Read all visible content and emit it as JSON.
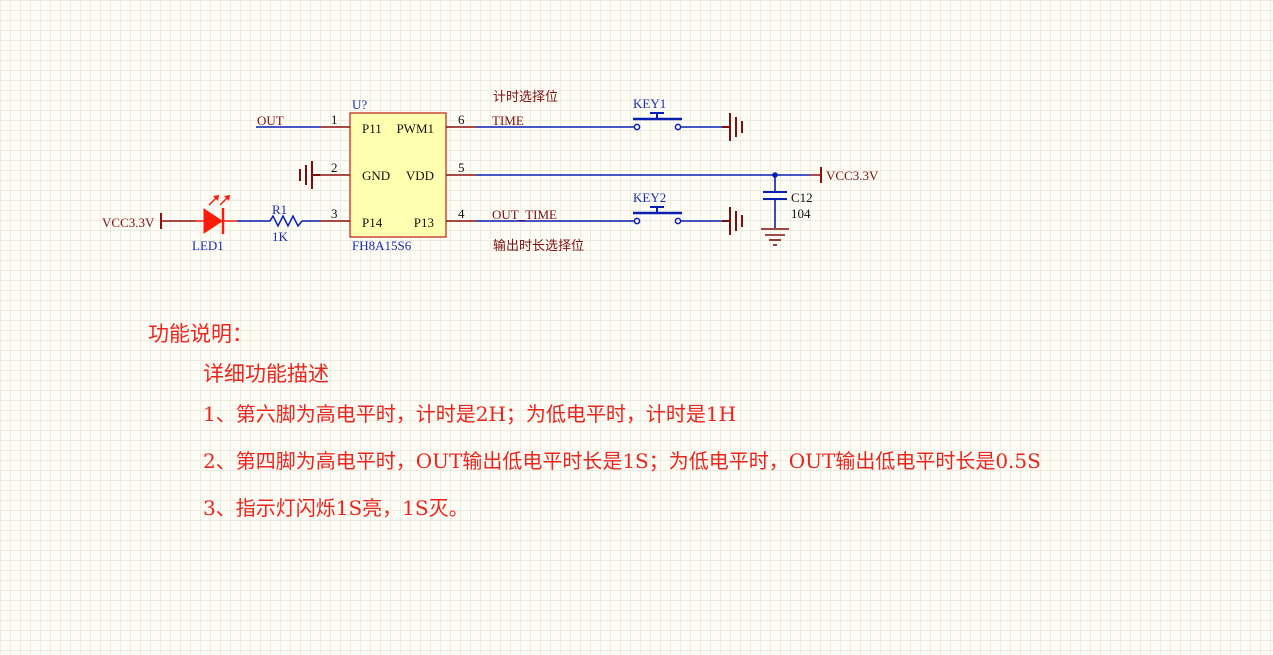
{
  "schematic": {
    "ic": {
      "designator": "U?",
      "part": "FH8A15S6"
    },
    "pins": [
      {
        "num": "1",
        "name": "P11"
      },
      {
        "num": "2",
        "name": "GND"
      },
      {
        "num": "3",
        "name": "P14"
      },
      {
        "num": "6",
        "name": "PWM1"
      },
      {
        "num": "5",
        "name": "VDD"
      },
      {
        "num": "4",
        "name": "P13"
      }
    ],
    "nets": {
      "out": "OUT",
      "time": "TIME",
      "out_time": "OUT_TIME",
      "vcc_right": "VCC3.3V",
      "vcc_left": "VCC3.3V"
    },
    "notes": {
      "time_select": "计时选择位",
      "out_time_select": "输出时长选择位"
    },
    "key1": {
      "designator": "KEY1"
    },
    "key2": {
      "designator": "KEY2"
    },
    "capacitor": {
      "designator": "C12",
      "value": "104"
    },
    "resistor": {
      "designator": "R1",
      "value": "1K"
    },
    "led": {
      "designator": "LED1"
    },
    "colors": {
      "wire": "#0b1eb4",
      "pin": "#8b0f0f",
      "part": "#ff1a0a",
      "label": "#7a1010",
      "ic_fill": "#ffffb0",
      "ic_stroke": "#c01a14"
    }
  },
  "description": {
    "heading": "功能说明：",
    "subheading": "详细功能描述",
    "lines": [
      "1、第六脚为高电平时，计时是2H；为低电平时，计时是1H",
      "2、第四脚为高电平时，OUT输出低电平时长是1S；为低电平时，OUT输出低电平时长是0.5S",
      "3、指示灯闪烁1S亮，1S灭。"
    ]
  }
}
